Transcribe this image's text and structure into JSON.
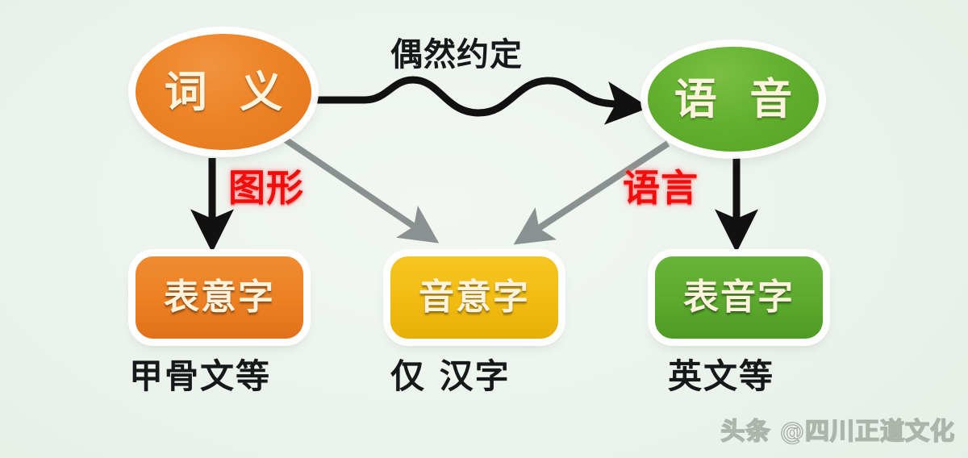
{
  "background_color": "#eff5ef",
  "diagram": {
    "title": "",
    "nodes": [
      {
        "id": "meaning",
        "label": "词 义",
        "shape": "ellipse",
        "color": "#ed8327",
        "text_color": "#fdf4dd"
      },
      {
        "id": "sound",
        "label": "语 音",
        "shape": "ellipse",
        "color": "#63b02f",
        "text_color": "#fdf4dd"
      },
      {
        "id": "ideograph",
        "label": "表意字",
        "shape": "rounded-box",
        "color": "#ec7f22",
        "text_color": "#fdf3dc"
      },
      {
        "id": "phono",
        "label": "音意字",
        "shape": "rounded-box",
        "color": "#f2bb12",
        "text_color": "#fdf3dc"
      },
      {
        "id": "phonograph",
        "label": "表音字",
        "shape": "rounded-box",
        "color": "#5ba92e",
        "text_color": "#fdf3dc"
      }
    ],
    "edge_labels": {
      "convention": "偶然约定",
      "graphic": "图形",
      "language": "语言"
    },
    "edge_label_colors": {
      "convention": "#17181a",
      "graphic": "#f20d0d",
      "language": "#f20d0d"
    },
    "captions": {
      "ideograph": "甲骨文等",
      "phono": "仅 汉字",
      "phonograph": "英文等"
    },
    "arrows": [
      {
        "id": "meaning-to-sound",
        "from": "meaning",
        "to": "sound",
        "style": "wavy",
        "color": "#111111"
      },
      {
        "id": "meaning-to-ideograph",
        "from": "meaning",
        "to": "ideograph",
        "style": "straight",
        "color": "#111111"
      },
      {
        "id": "meaning-to-phono",
        "from": "meaning",
        "to": "phono",
        "style": "diagonal",
        "color": "#8b9190"
      },
      {
        "id": "sound-to-phono",
        "from": "sound",
        "to": "phono",
        "style": "diagonal",
        "color": "#8b9190"
      },
      {
        "id": "sound-to-phonograph",
        "from": "sound",
        "to": "phonograph",
        "style": "straight",
        "color": "#111111"
      }
    ]
  },
  "watermark": {
    "text": "头条 @四川正道文化"
  }
}
